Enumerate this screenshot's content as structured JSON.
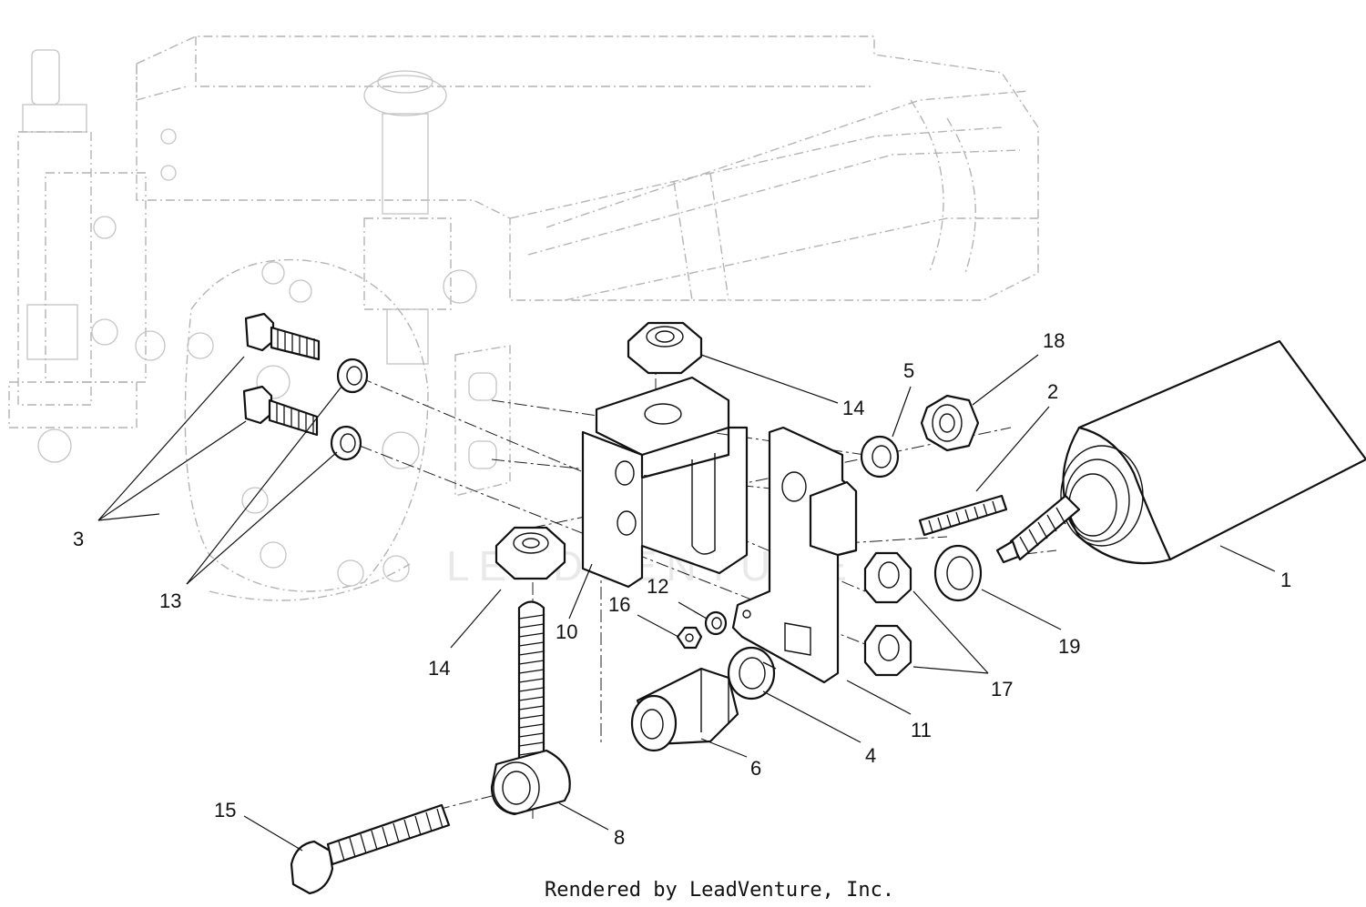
{
  "watermark": "LEADVENTURE",
  "credit": "Rendered by LeadVenture, Inc.",
  "callouts": {
    "c1": "1",
    "c2": "2",
    "c3": "3",
    "c4": "4",
    "c5": "5",
    "c6": "6",
    "c8": "8",
    "c10": "10",
    "c11": "11",
    "c12": "12",
    "c13": "13",
    "c14_top": "14",
    "c14_bottom": "14",
    "c15": "15",
    "c16": "16",
    "c17": "17",
    "c18": "18",
    "c19": "19"
  }
}
